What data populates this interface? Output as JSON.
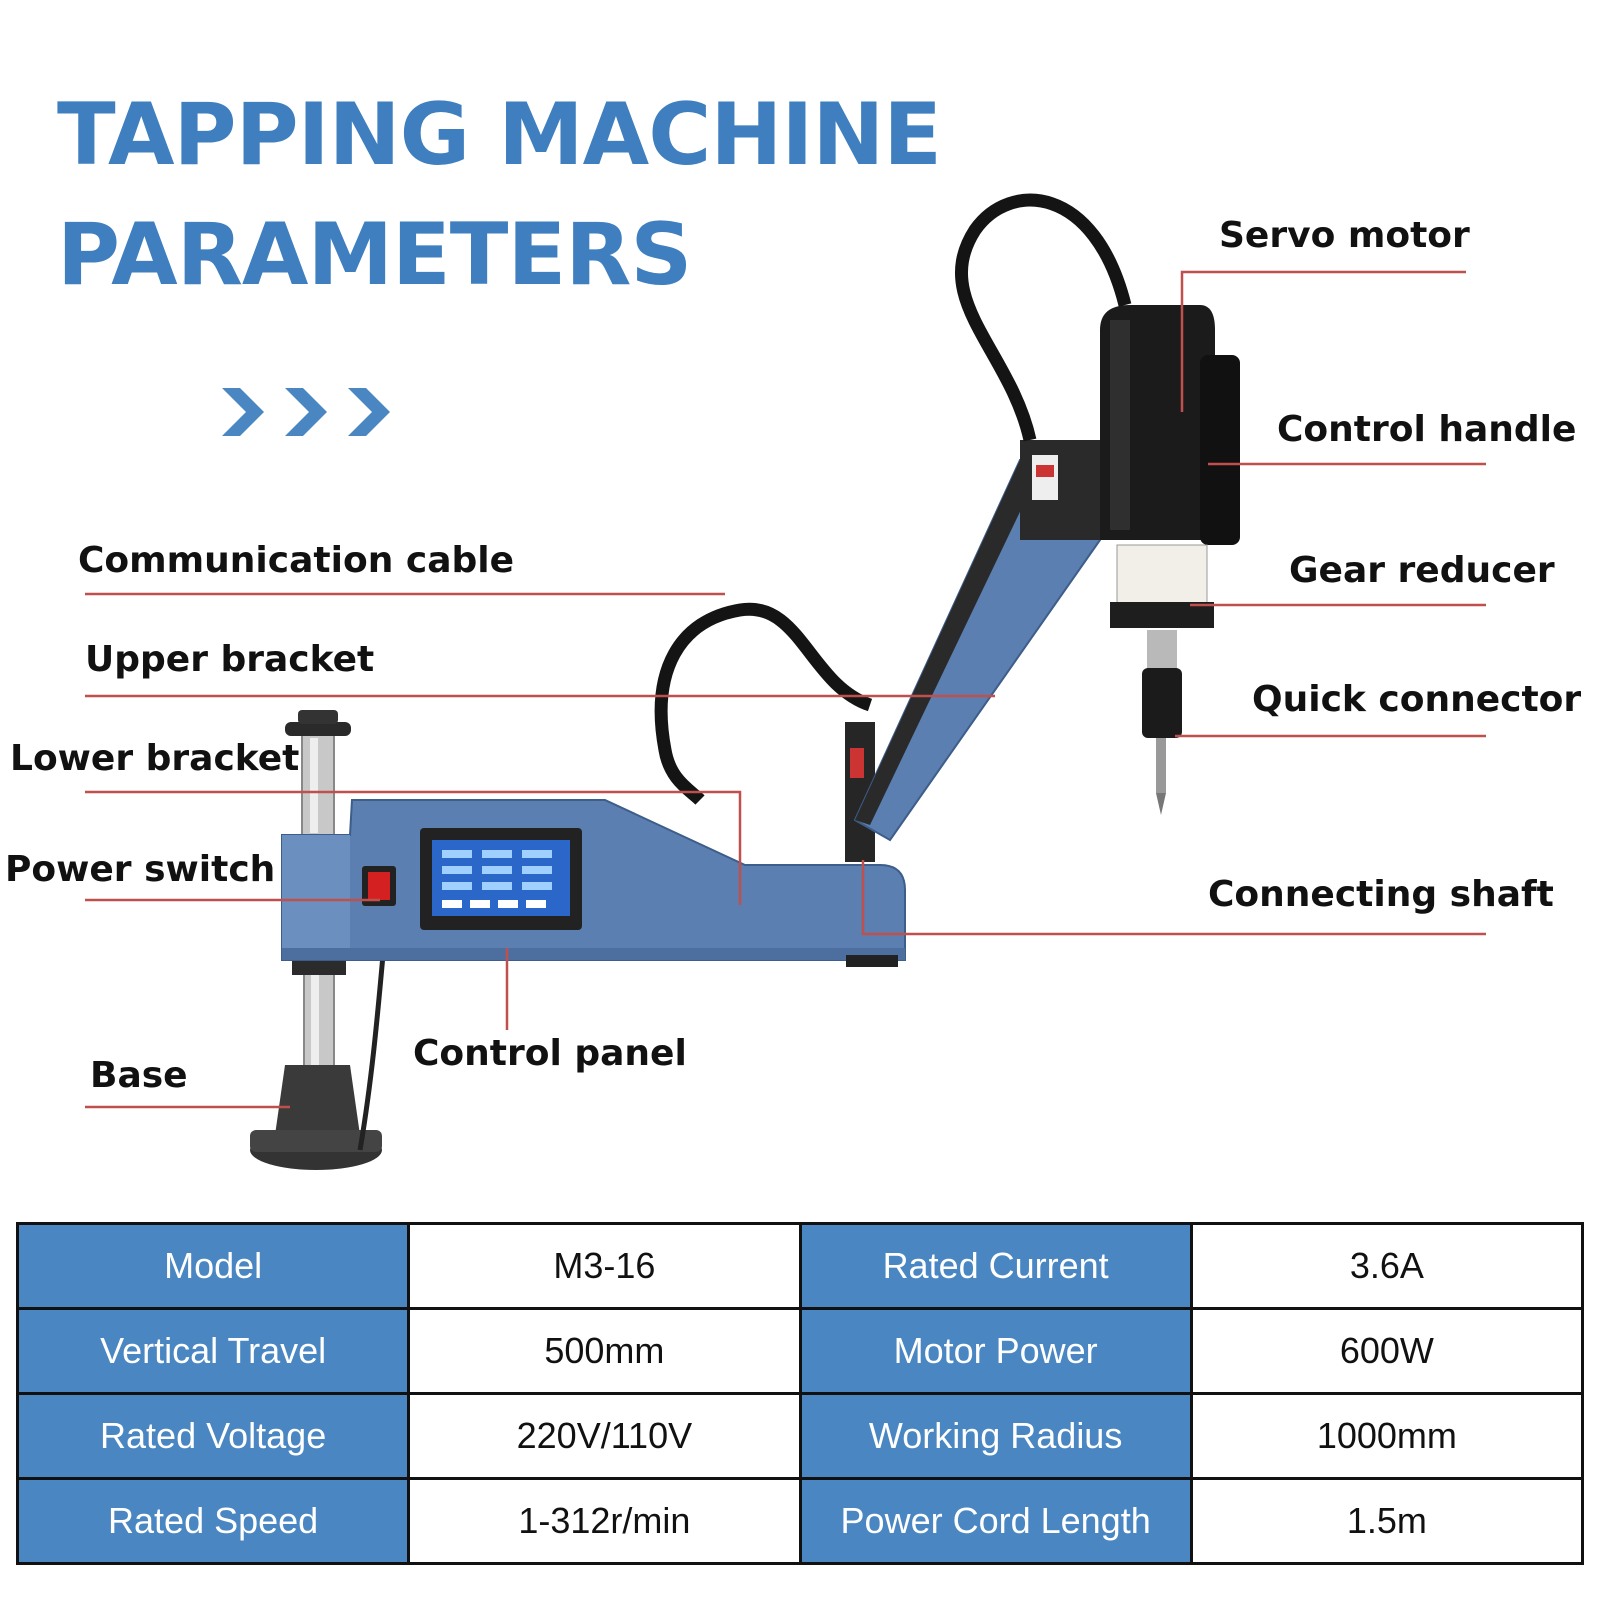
{
  "heading": {
    "line1": "TAPPING MACHINE",
    "line2": "PARAMETERS"
  },
  "colors": {
    "accent": "#3f7fbf",
    "table_header": "#4a87c2",
    "callout_line": "#c0504d",
    "machine_body": "#5a7fb0"
  },
  "callouts": {
    "servo_motor": "Servo motor",
    "control_handle": "Control handle",
    "gear_reducer": "Gear reducer",
    "quick_connector": "Quick connector",
    "connecting_shaft": "Connecting shaft",
    "communication_cable": "Communication cable",
    "upper_bracket": "Upper bracket",
    "lower_bracket": "Lower bracket",
    "power_switch": "Power switch",
    "base": "Base",
    "control_panel": "Control panel"
  },
  "specs": [
    {
      "k1": "Model",
      "v1": "M3-16",
      "k2": "Rated Current",
      "v2": "3.6A"
    },
    {
      "k1": "Vertical Travel",
      "v1": "500mm",
      "k2": "Motor Power",
      "v2": "600W"
    },
    {
      "k1": "Rated Voltage",
      "v1": "220V/110V",
      "k2": "Working Radius",
      "v2": "1000mm"
    },
    {
      "k1": "Rated Speed",
      "v1": "1-312r/min",
      "k2": "Power Cord Length",
      "v2": "1.5m"
    }
  ]
}
